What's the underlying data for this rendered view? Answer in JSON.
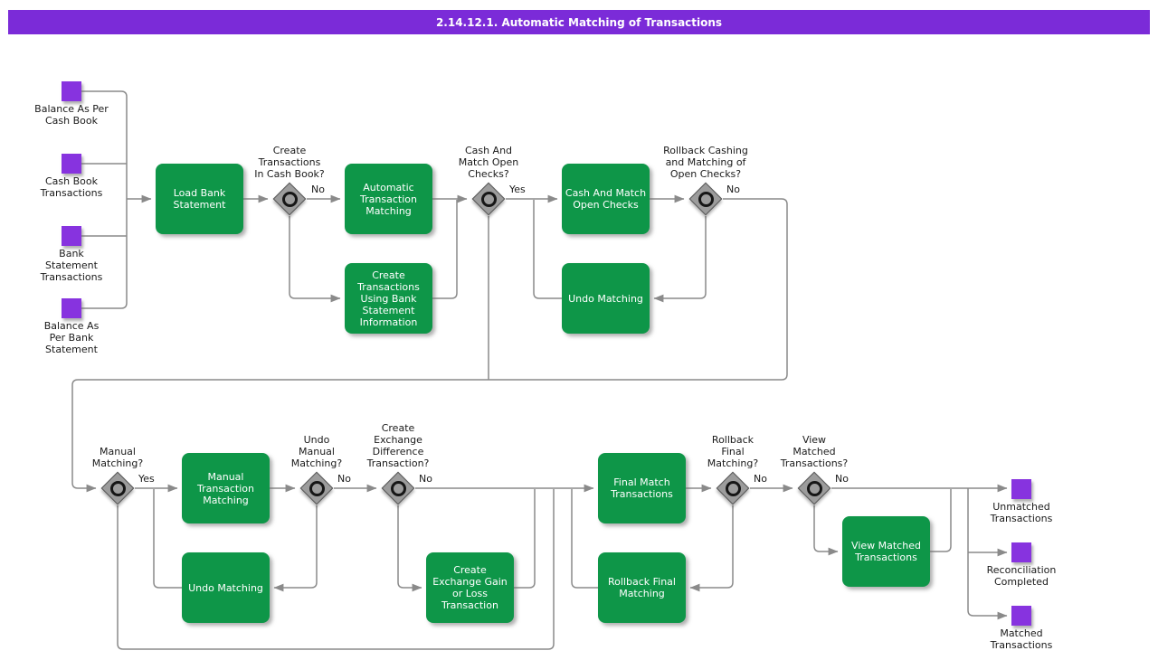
{
  "title": "2.14.12.1. Automatic Matching of Transactions",
  "colors": {
    "title_bar": "#7B2BD8",
    "process": "#0E9648",
    "data_object": "#8733DF",
    "decision": "#9C9C9C",
    "line": "#8A8A8A"
  },
  "inputs": [
    {
      "label": "Balance As Per\nCash Book"
    },
    {
      "label": "Cash Book\nTransactions"
    },
    {
      "label": "Bank\nStatement\nTransactions"
    },
    {
      "label": "Balance As\nPer Bank\nStatement"
    }
  ],
  "processes": [
    {
      "label": "Load Bank\nStatement"
    },
    {
      "label": "Automatic\nTransaction\nMatching"
    },
    {
      "label": "Create\nTransactions\nUsing Bank\nStatement\nInformation"
    },
    {
      "label": "Cash And Match\nOpen Checks"
    },
    {
      "label": "Undo Matching"
    },
    {
      "label": "Manual\nTransaction\nMatching"
    },
    {
      "label": "Undo Matching"
    },
    {
      "label": "Create\nExchange Gain\nor Loss\nTransaction"
    },
    {
      "label": "Final Match\nTransactions"
    },
    {
      "label": "Rollback Final\nMatching"
    },
    {
      "label": "View Matched\nTransactions"
    }
  ],
  "decisions": [
    {
      "question": "Create\nTransactions\nIn Cash Book?",
      "branch": "No"
    },
    {
      "question": "Cash And\nMatch Open\nChecks?",
      "branch": "Yes"
    },
    {
      "question": "Rollback Cashing\nand Matching of\nOpen Checks?",
      "branch": "No"
    },
    {
      "question": "Manual\nMatching?",
      "branch": "Yes"
    },
    {
      "question": "Undo\nManual\nMatching?",
      "branch": "No"
    },
    {
      "question": "Create\nExchange\nDifference\nTransaction?",
      "branch": "No"
    },
    {
      "question": "Rollback\nFinal\nMatching?",
      "branch": "No"
    },
    {
      "question": "View\nMatched\nTransactions?",
      "branch": "No"
    }
  ],
  "outputs": [
    {
      "label": "Unmatched\nTransactions"
    },
    {
      "label": "Reconciliation\nCompleted"
    },
    {
      "label": "Matched\nTransactions"
    }
  ]
}
